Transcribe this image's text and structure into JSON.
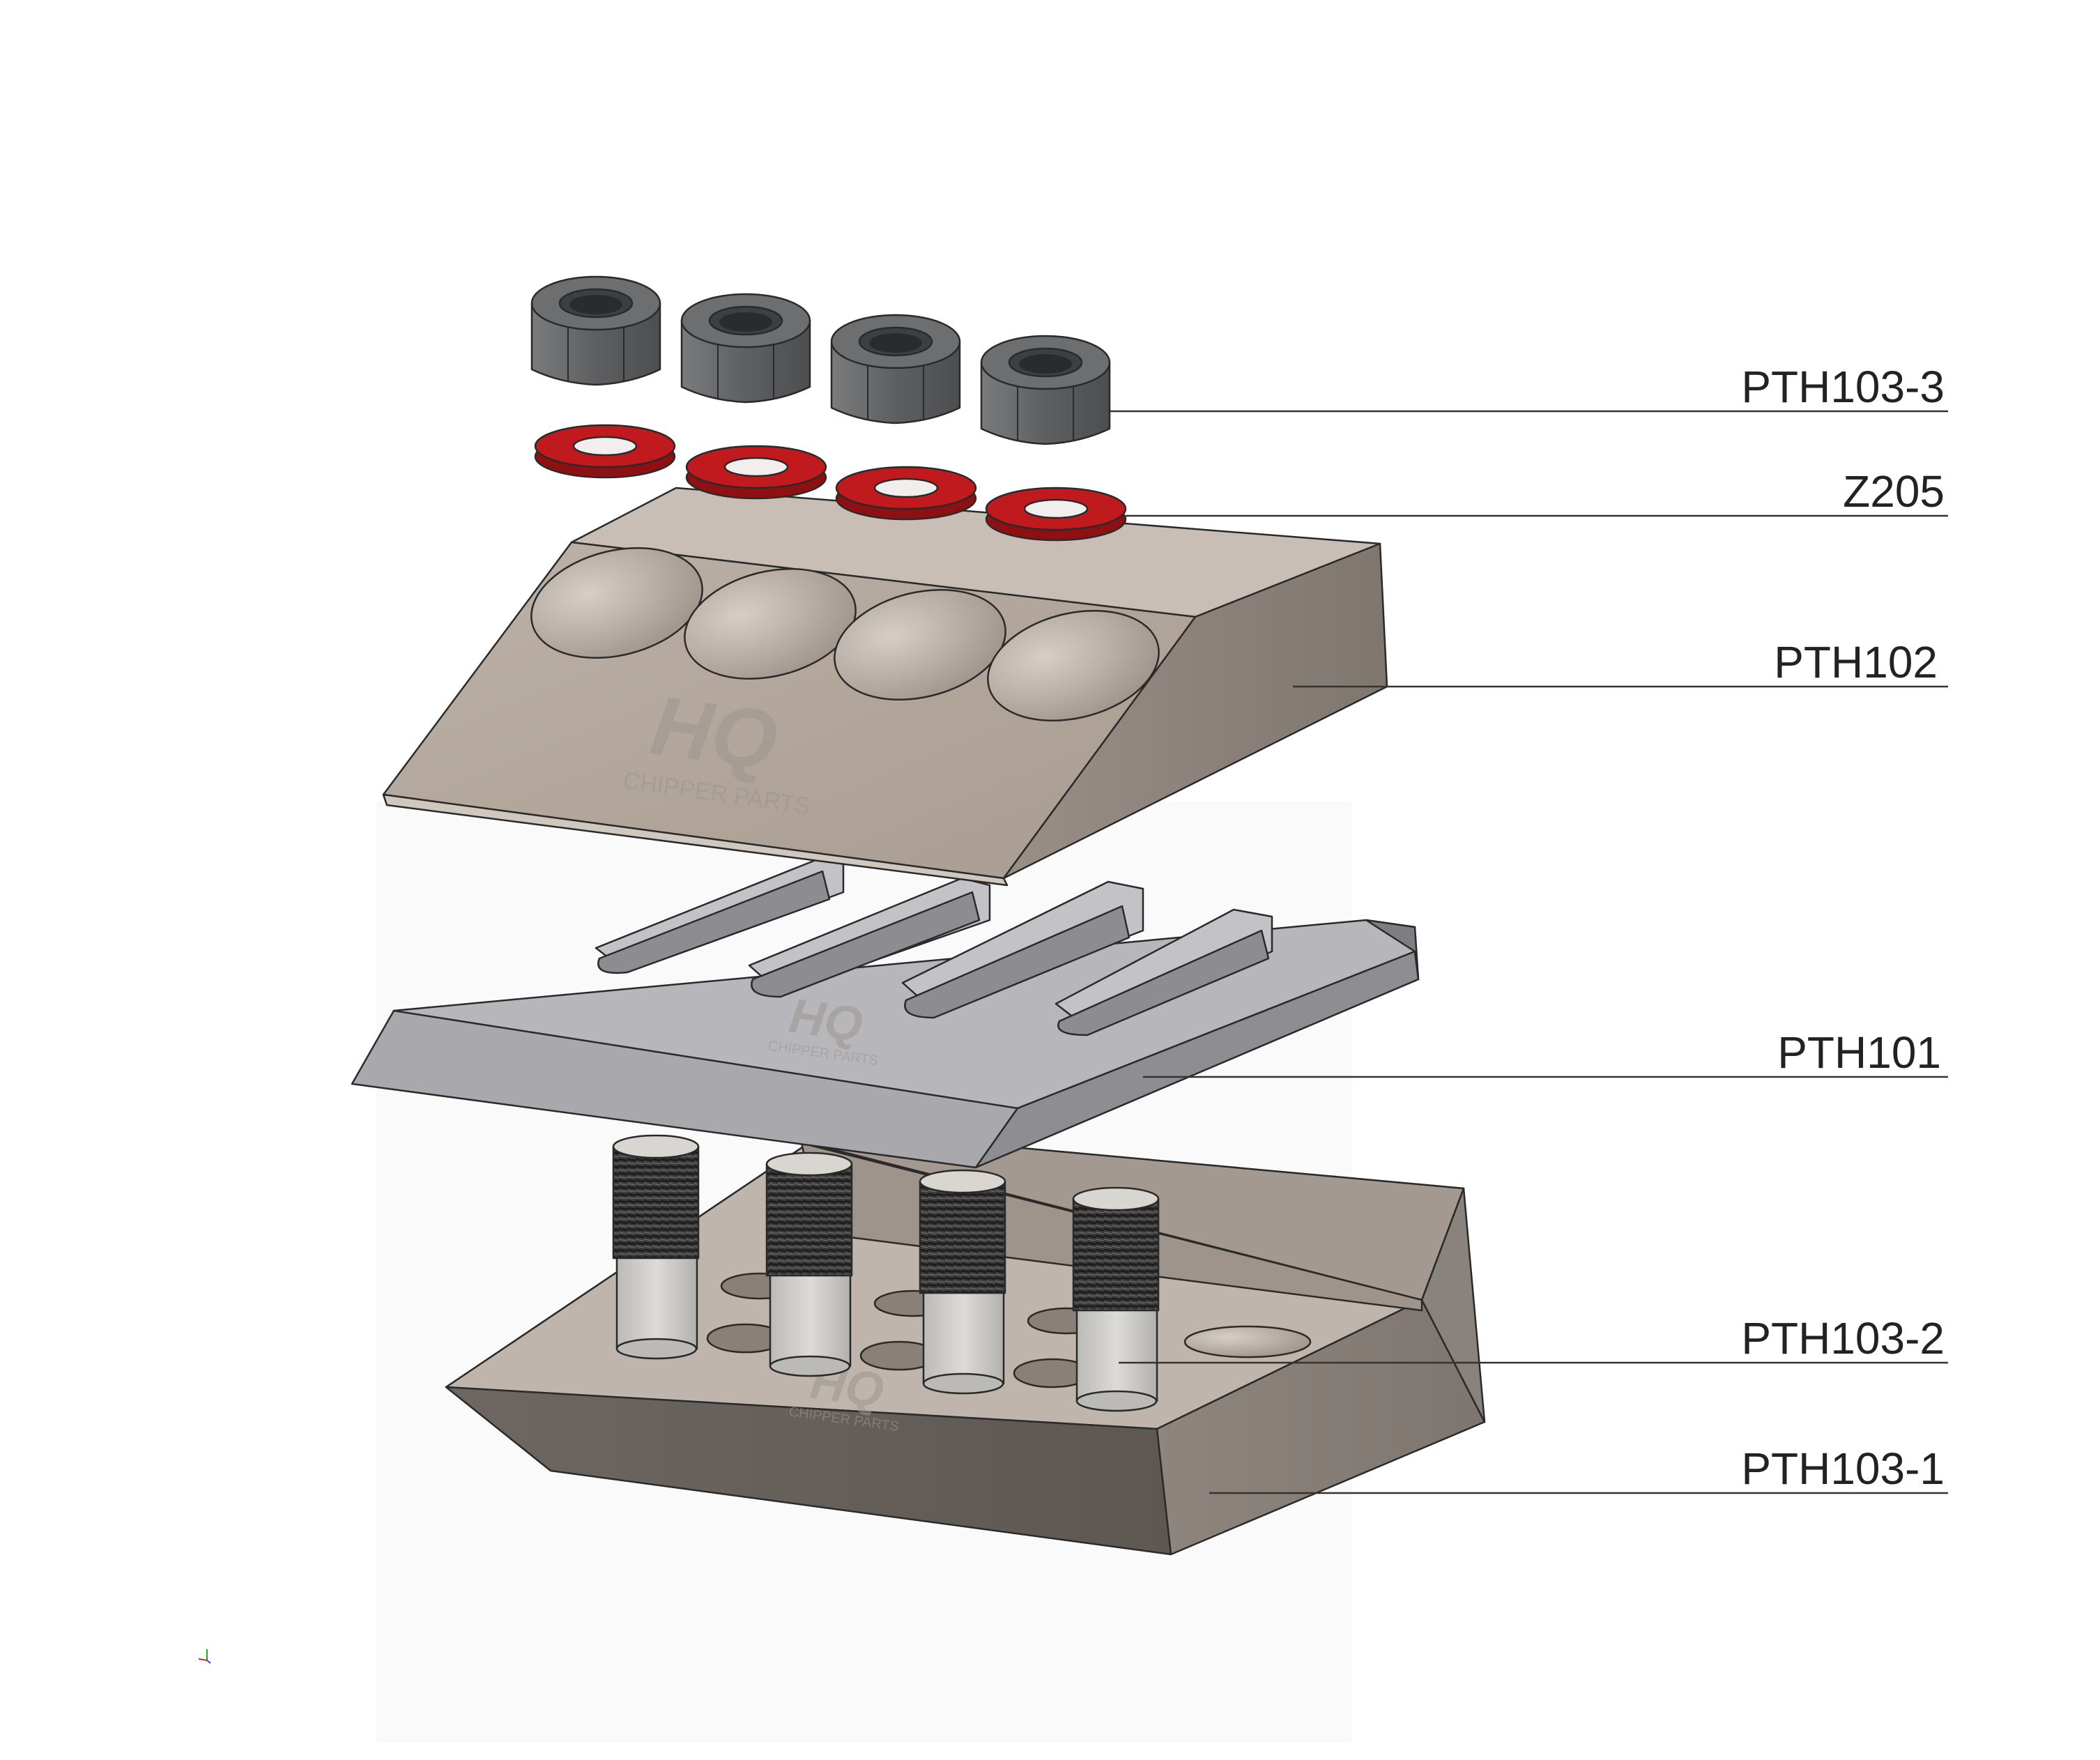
{
  "labels": {
    "nut": "PTH103-3",
    "washer": "Z205",
    "top_clamp": "PTH102",
    "knife": "PTH101",
    "stud": "PTH103-2",
    "base": "PTH103-1"
  },
  "logo": {
    "mark": "HQ",
    "subtitle": "CHIPPER PARTS"
  },
  "colors": {
    "nut": "#6d6e70",
    "washer": "#b5161b",
    "clamp": "#b8aca2",
    "knife": "#a8a8ac",
    "base": "#a89e95",
    "thread": "#333333",
    "pin": "#cfcdca"
  }
}
